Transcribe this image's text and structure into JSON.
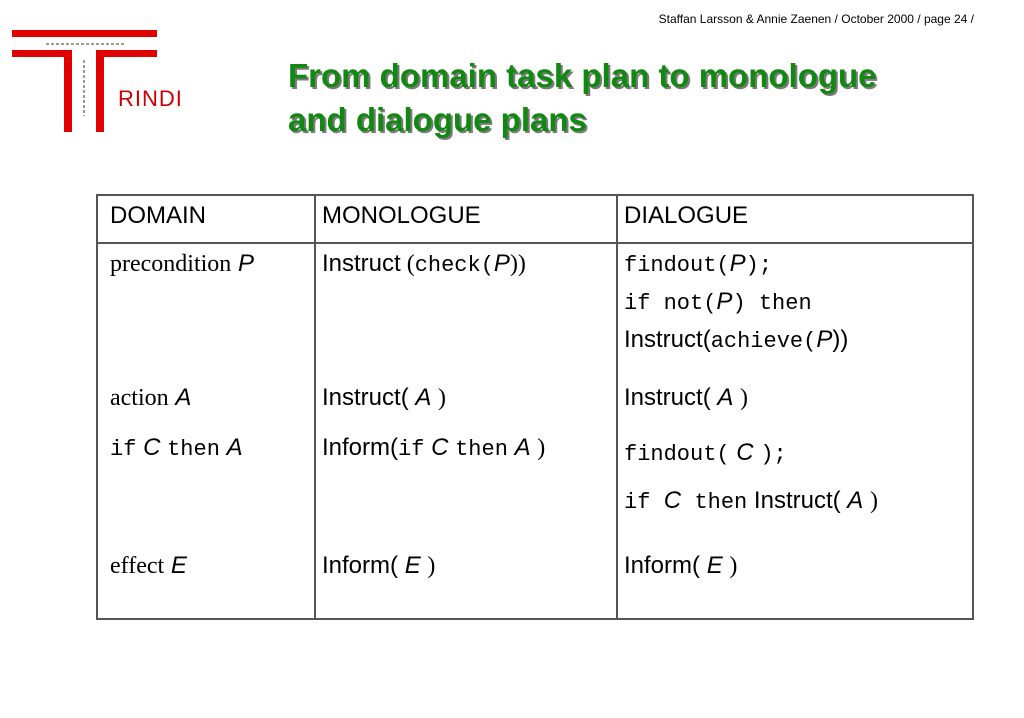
{
  "header": {
    "credit": "Staffan Larsson & Annie Zaenen / October  2000 / page 24 /"
  },
  "logo": {
    "text": "RINDI",
    "color": "#cc0000"
  },
  "slide": {
    "title_line1": "From domain task plan to monologue",
    "title_line2": "and dialogue plans",
    "title_color": "#118811"
  },
  "table": {
    "headers": [
      "DOMAIN",
      "MONOLOGUE",
      "DIALOGUE"
    ],
    "rows": [
      {
        "domain": {
          "word": "precondition",
          "var": "P"
        },
        "monologue": {
          "verb": "Instruct",
          "open": " (",
          "fn": "check(",
          "var": "P",
          "close": "))"
        },
        "dialogue": {
          "l1_fn": "findout(",
          "l1_var": "P",
          "l1_end": ");",
          "l2_fn": "if not(",
          "l2_var": "P",
          "l2_end": ") then",
          "l3_verb": "Instruct(",
          "l3_fn": "achieve(",
          "l3_var": "P",
          "l3_end": "))"
        }
      },
      {
        "domain": {
          "word": "action",
          "var": "A"
        },
        "monologue": {
          "verb": "Instruct(",
          "var": "A",
          "close": ")"
        },
        "dialogue": {
          "verb": "Instruct(",
          "var": "A",
          "close": ")"
        }
      },
      {
        "domain": {
          "kw_if": "if",
          "var_c": "C",
          "kw_then": "then",
          "var_a": "A"
        },
        "monologue": {
          "verb": "Inform(",
          "kw_if": "if",
          "var_c": "C",
          "kw_then": "then",
          "var_a": "A",
          "close": ")"
        },
        "dialogue": {
          "l1_fn": "findout(",
          "l1_var": "C",
          "l1_end": ");",
          "l2_kw_if": "if",
          "l2_var_c": "C",
          "l2_kw_then": "then",
          "l2_verb": "Instruct(",
          "l2_var_a": "A",
          "l2_end": ")"
        }
      },
      {
        "domain": {
          "word": "effect",
          "var": "E"
        },
        "monologue": {
          "verb": "Inform(",
          "var": "E",
          "close": ")"
        },
        "dialogue": {
          "verb": "Inform(",
          "var": "E",
          "close": ")"
        }
      }
    ]
  }
}
